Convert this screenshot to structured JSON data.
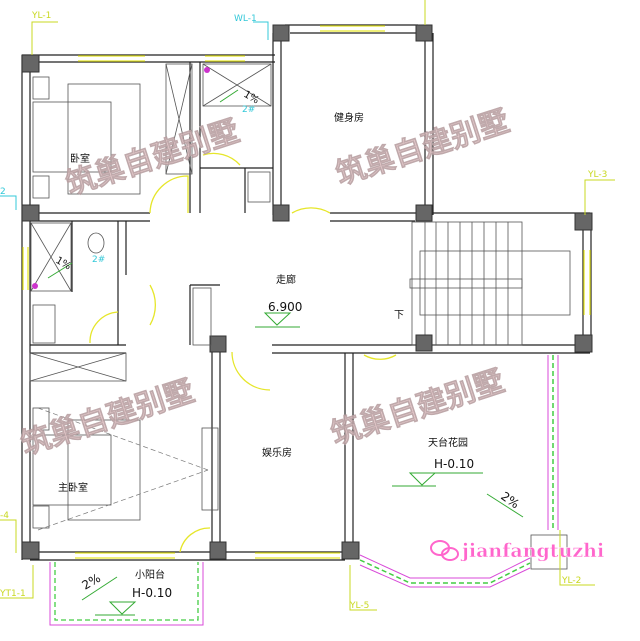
{
  "rooms": {
    "bedroom": "卧室",
    "gym": "健身房",
    "corridor": "走廊",
    "corridor_elevation": "6.900",
    "stair_down": "下",
    "master_bedroom": "主卧室",
    "entertainment_room": "娱乐房",
    "roof_garden": "天台花园",
    "roof_garden_elevation": "H-0.10",
    "roof_garden_slope": "2%",
    "small_balcony": "小阳台",
    "small_balcony_elevation": "H-0.10",
    "small_balcony_slope": "2%",
    "bath1_slope": "1%",
    "bath2_slope": "1%",
    "bath1_drain": "2#",
    "bath2_drain": "2#"
  },
  "pipe_tags": {
    "yl1": "YL-1",
    "wl1": "WL-1",
    "yl3": "YL-3",
    "yl2": "YL-2",
    "yl5": "YL-5",
    "yl4": "-4",
    "ytl1": "YT1-1",
    "left2": "2"
  },
  "watermark": {
    "text": "筑巢自建别墅",
    "logo_text": "jianfangtuzhi"
  },
  "colors": {
    "wall": "#222222",
    "column": "#666666",
    "window": "#e8e82a",
    "pipe_tag": "#c8d820",
    "pipe_tag_cyan": "#33c8d8",
    "railing_magenta": "#d84ad8",
    "railing_green": "#44cc44",
    "watermark": "#e9c9cb",
    "logo": "#ff66cc"
  }
}
